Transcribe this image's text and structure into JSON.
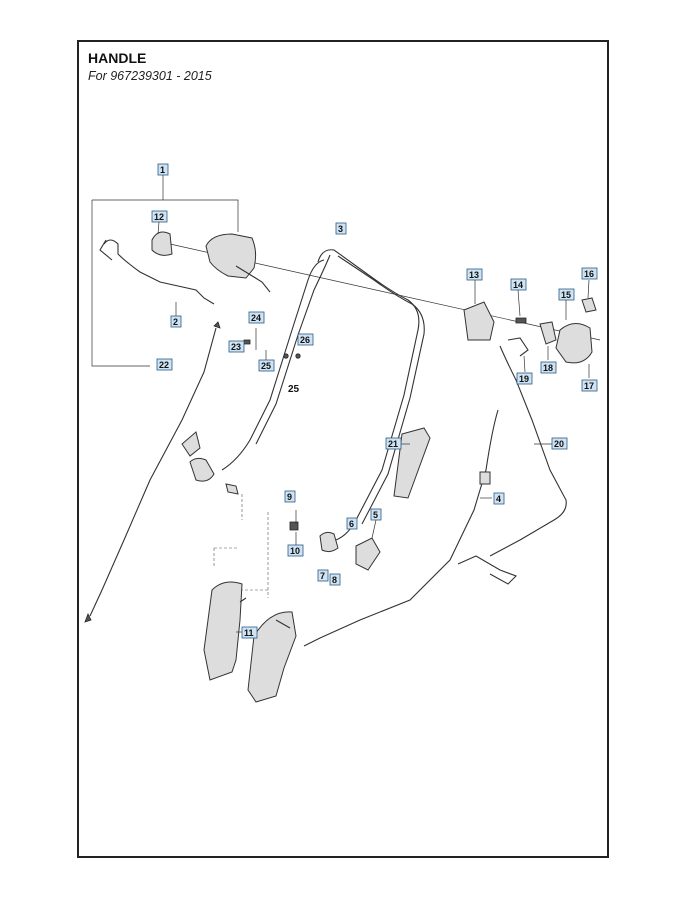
{
  "header": {
    "title": "HANDLE",
    "subtitle": "For 967239301 - 2015"
  },
  "callouts": [
    "1",
    "2",
    "3",
    "4",
    "5",
    "6",
    "7",
    "8",
    "9",
    "10",
    "11",
    "12",
    "13",
    "14",
    "15",
    "16",
    "17",
    "19",
    "18",
    "20",
    "21",
    "22",
    "23",
    "24",
    "25",
    "26"
  ],
  "plain_labels": [
    "25"
  ],
  "colors": {
    "callout_fill": "#cfe3f3",
    "callout_border": "#2a5b85"
  }
}
